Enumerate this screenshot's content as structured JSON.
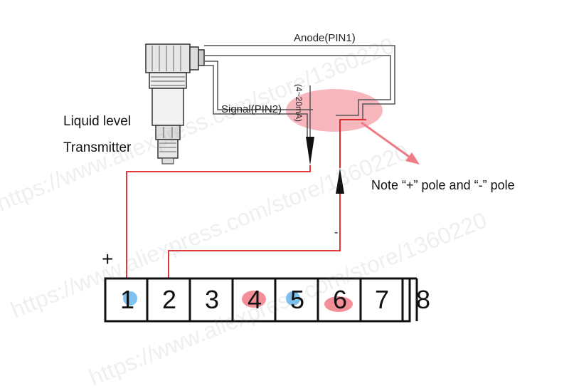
{
  "labels": {
    "device_line1": "Liquid level",
    "device_line2": "Transmitter",
    "anode": "Anode(PIN1)",
    "signal": "Signal(PIN2)",
    "current": "(4~20mA)",
    "note": "Note “+” pole and “-” pole",
    "plus": "+",
    "minus": "-"
  },
  "terminals": [
    "1",
    "2",
    "3",
    "4",
    "5",
    "6",
    "7",
    "8"
  ],
  "watermark": {
    "line1": "https://www.aliexpress.com/store/1360220",
    "line2": "https://www.aliexpress.com/store/1360220",
    "line3": "https://www.aliexpress.com/store/1360220"
  },
  "colors": {
    "wire_red": "#e02020",
    "wire_gray": "#555555",
    "highlight_red": "#f07b86",
    "highlight_blue": "#7ec3ef"
  }
}
